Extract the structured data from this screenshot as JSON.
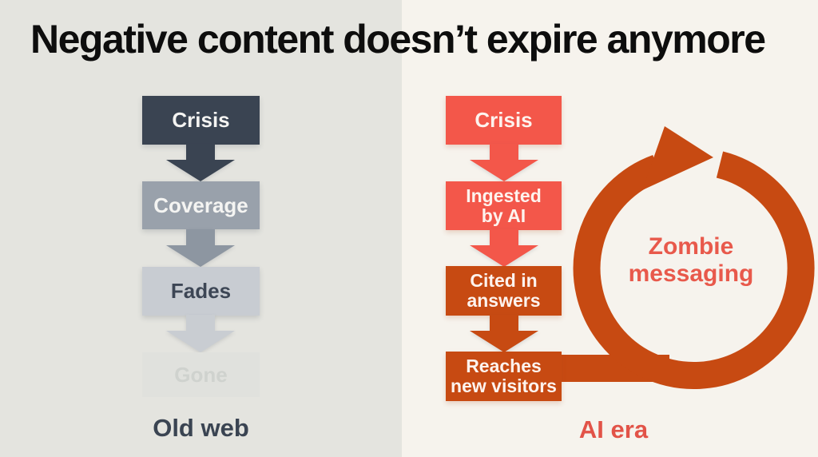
{
  "title": "Negative content doesn’t expire anymore",
  "panels": {
    "old_web": {
      "label": "Old web",
      "steps": [
        {
          "label": "Crisis"
        },
        {
          "label": "Coverage"
        },
        {
          "label": "Fades"
        },
        {
          "label": "Gone"
        }
      ]
    },
    "ai_era": {
      "label": "AI era",
      "steps": [
        {
          "label": "Crisis"
        },
        {
          "label": "Ingested\nby AI"
        },
        {
          "label": "Cited in\nanswers"
        },
        {
          "label": "Reaches\nnew visitors"
        }
      ],
      "loop_label": "Zombie\nmessaging"
    }
  },
  "colors": {
    "background_left": "#e4e4df",
    "background_right": "#f6f3ed",
    "title_text": "#0d0d0d",
    "dark_slate": "#3a4452",
    "mid_gray": "#99a1ab",
    "light_gray": "#c8ccd2",
    "ghost_gray": "#e0e1dd",
    "coral_red": "#f3574a",
    "burnt_orange": "#c74a12",
    "loop_label_text": "#e8594b",
    "ai_era_label_text": "#e25348"
  }
}
